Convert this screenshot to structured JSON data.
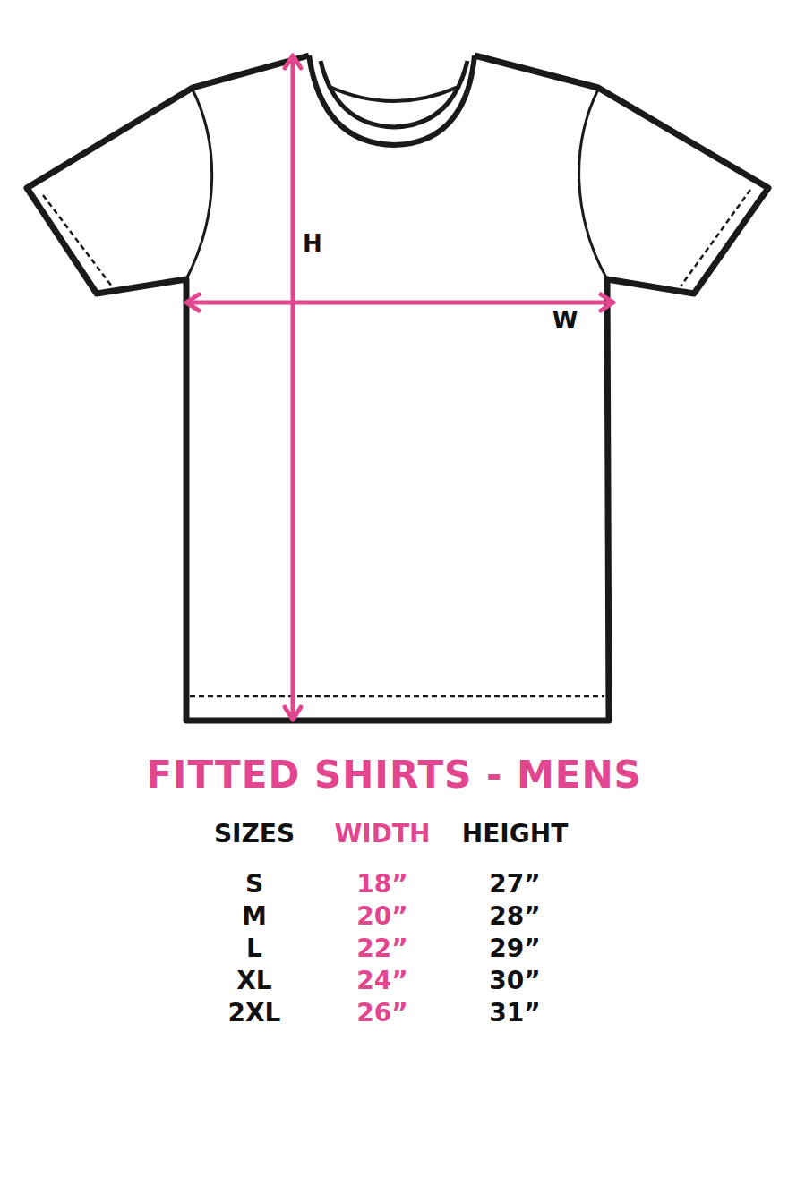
{
  "diagram": {
    "title": "FITTED SHIRTS - MENS",
    "labels": [
      "H",
      "W",
      "SIZES",
      "WIDTH",
      "HEIGHT",
      "S",
      "18”",
      "27”",
      "M",
      "20”",
      "28”",
      "L",
      "22”",
      "29”",
      "XL",
      "24”",
      "30”",
      "2XL",
      "26”",
      "31”"
    ]
  }
}
